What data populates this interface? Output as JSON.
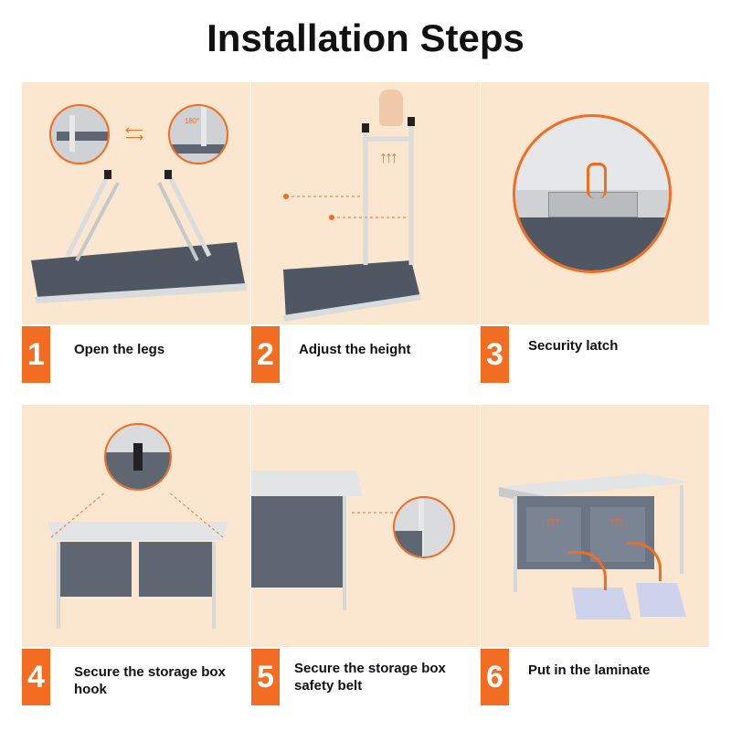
{
  "title": "Installation Steps",
  "colors": {
    "accent": "#f26c21",
    "panel_bg": "#fbe6cf",
    "fabric": "#5e6672",
    "frame": "#d8dadc"
  },
  "steps": [
    {
      "number": "1",
      "label": "Open the legs",
      "icons": [
        "folded-leg-detail-icon",
        "swap-arrows-icon",
        "unfolded-leg-detail-icon"
      ]
    },
    {
      "number": "2",
      "label": "Adjust the height",
      "icons": [
        "hand-icon",
        "up-arrows-icon"
      ]
    },
    {
      "number": "3",
      "label": "Security latch",
      "icons": [
        "latch-zoom-icon"
      ]
    },
    {
      "number": "4",
      "label": "Secure the storage box hook",
      "icons": [
        "hook-zoom-icon"
      ]
    },
    {
      "number": "5",
      "label": "Secure the storage box safety belt",
      "icons": [
        "belt-zoom-icon"
      ]
    },
    {
      "number": "6",
      "label": "Put in the laminate",
      "icons": [
        "up-arrows-icon",
        "curved-arrow-icon"
      ]
    }
  ],
  "callouts": {
    "rotation": "180°"
  }
}
